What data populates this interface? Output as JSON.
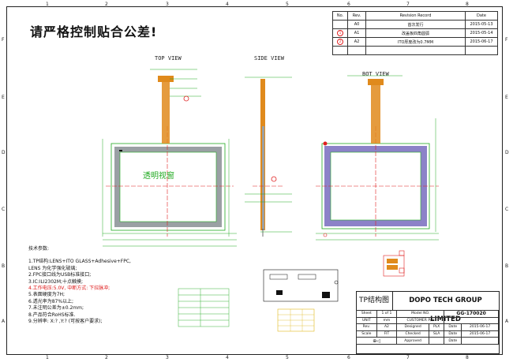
{
  "title": "请严格控制贴合公差!",
  "zones": {
    "cols": [
      "1",
      "2",
      "3",
      "4",
      "5",
      "6",
      "7",
      "8"
    ],
    "rows": [
      "F",
      "E",
      "D",
      "C",
      "B",
      "A"
    ]
  },
  "views": {
    "top": "TOP  VIEW",
    "side": "SIDE VIEW",
    "bottom": "BOT VIEW"
  },
  "revision": {
    "headers": [
      "No.",
      "Rev.",
      "Revision  Record",
      "Date"
    ],
    "rows": [
      {
        "no": "",
        "rev": "A0",
        "record": "首次发行",
        "date": "2015-05-13"
      },
      {
        "no": "1",
        "rev": "A1",
        "record": "改盖板四角圆弧",
        "date": "2015-05-14"
      },
      {
        "no": "2",
        "rev": "A2",
        "record": "ITO厚度改为0.7MM",
        "date": "2015-06-17"
      }
    ]
  },
  "window_label": "透明视窗",
  "notes": {
    "heading": "技术参数:",
    "items": [
      "1.TP结构:LENS+ITO GLASS+Adhesive+FPC,",
      "  LENS 为化学强化玻璃;",
      "2.FPC接口线为USB标准接口;",
      "3.IC:ILI2302M;十点触摸;",
      "4.工作电压:5.0V, 中断方式: 下拉脉冲;",
      "5.表面硬度为7H;",
      "6.透光率为87%以上;",
      "7.未注明公差为±0.2mm;",
      "8.产品符合RoHS标准.",
      "9.分辨率: X:? ,Y:? (可按客户要求);"
    ],
    "red_index": 4
  },
  "title_block": {
    "structure_label": "TP结构图",
    "company": "DOPO TECH GROUP LIMITED",
    "rows": [
      [
        "Sheet",
        "1 of 1",
        "Model NO.",
        "",
        "GG-170020",
        ""
      ],
      [
        "UNIT",
        "mm",
        "CUSTOMER P/N",
        "",
        "",
        ""
      ],
      [
        "Rev.",
        "A2",
        "Designed",
        "PLX",
        "Date",
        "2015-06-17"
      ],
      [
        "Scale",
        "FIT",
        "Checked",
        "SLA",
        "Date",
        "2015-06-17"
      ],
      [
        "",
        "",
        "Approved",
        "",
        "Date",
        ""
      ]
    ]
  },
  "colors": {
    "green": "#22aa22",
    "orange": "#e08a1c",
    "gray": "#9aa0a4",
    "purple": "#8c82c8",
    "red": "#e02020",
    "black": "#111111"
  }
}
